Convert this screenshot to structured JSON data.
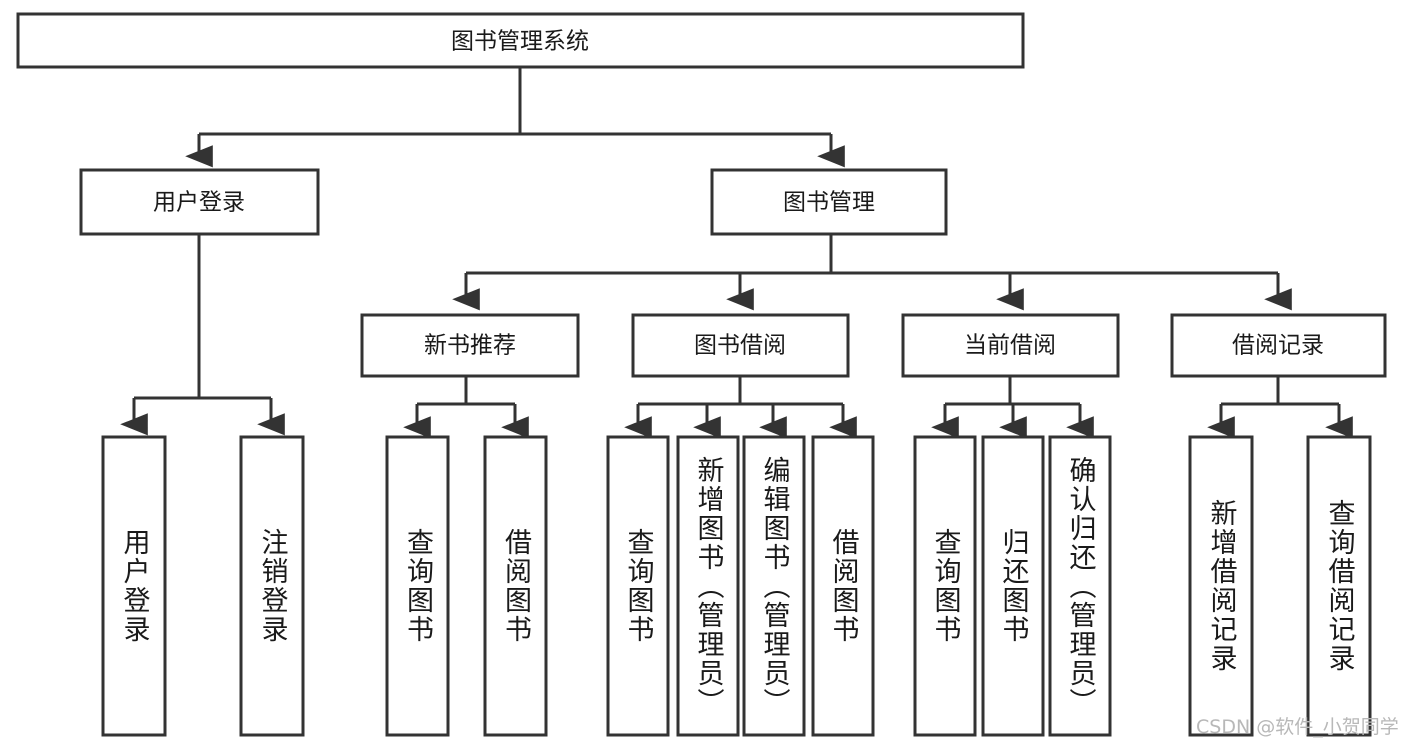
{
  "diagram": {
    "type": "tree-hierarchy",
    "title": "图书管理系统",
    "orientation": "top-down",
    "colors": {
      "box_stroke": "#333333",
      "box_fill": "#ffffff",
      "text": "#1a1a1a",
      "background": "#ffffff",
      "watermark": "#b8b8b8"
    },
    "root": {
      "label": "图书管理系统"
    },
    "level2": [
      {
        "label": "用户登录"
      },
      {
        "label": "图书管理"
      }
    ],
    "level3": [
      {
        "label": "新书推荐"
      },
      {
        "label": "图书借阅"
      },
      {
        "label": "当前借阅"
      },
      {
        "label": "借阅记录"
      }
    ],
    "leaves": {
      "user_login": [
        {
          "label": "用户登录"
        },
        {
          "label": "注销登录"
        }
      ],
      "new_book_recommend": [
        {
          "label": "查询图书"
        },
        {
          "label": "借阅图书"
        }
      ],
      "book_borrow": [
        {
          "label": "查询图书"
        },
        {
          "label": "新增图书（管理员）"
        },
        {
          "label": "编辑图书（管理员）"
        },
        {
          "label": "借阅图书"
        }
      ],
      "current_borrow": [
        {
          "label": "查询图书"
        },
        {
          "label": "归还图书"
        },
        {
          "label": "确认归还（管理员）"
        }
      ],
      "borrow_record": [
        {
          "label": "新增借阅记录"
        },
        {
          "label": "查询借阅记录"
        }
      ]
    }
  },
  "watermark": {
    "text": "CSDN @软件_小贺同学"
  }
}
